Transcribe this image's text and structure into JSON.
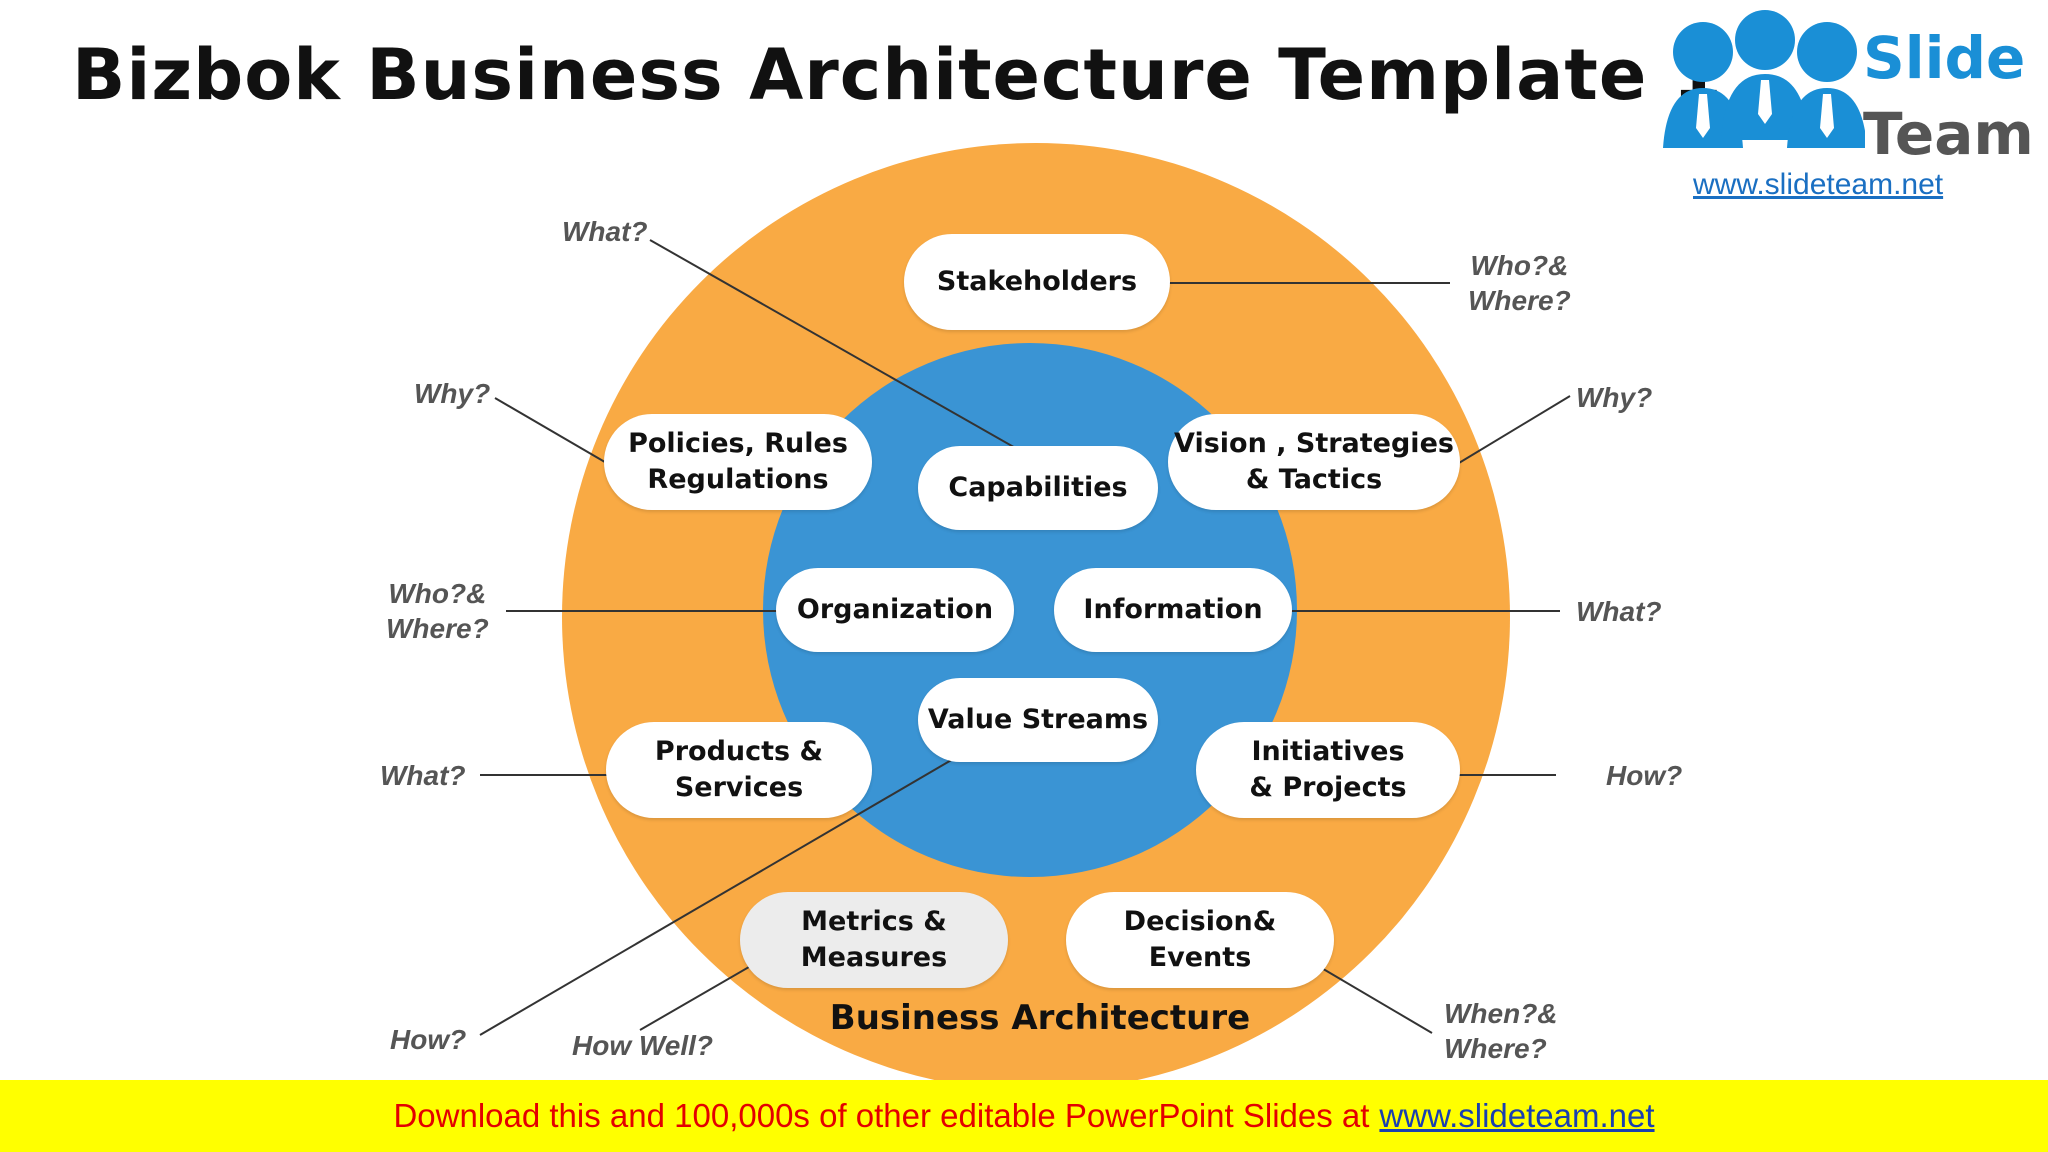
{
  "title": "Bizbok Business Architecture Template 1",
  "logo": {
    "line1": "Slide",
    "line2": "Team",
    "url": "www.slideteam.net"
  },
  "colors": {
    "outer_ring": "#f9aa44",
    "inner_circle": "#3a94d4",
    "footer_bg": "#ffff00",
    "footer_text": "#e30000"
  },
  "diagram": {
    "ring_label": "Business Architecture",
    "boxes": {
      "stakeholders": "Stakeholders",
      "policies": "Policies, Rules\nRegulations",
      "capabilities": "Capabilities",
      "vision": "Vision , Strategies\n& Tactics",
      "organization": "Organization",
      "information": "Information",
      "value_streams": "Value Streams",
      "products": "Products &\nServices",
      "initiatives": "Initiatives\n& Projects",
      "metrics": "Metrics &\nMeasures",
      "decision": "Decision&\nEvents"
    },
    "questions": {
      "what_top": "What?",
      "who_top": "Who?&\nWhere?",
      "why_left": "Why?",
      "why_right": "Why?",
      "who_left": "Who?&\nWhere?",
      "what_right": "What?",
      "what_left": "What?",
      "how_right": "How?",
      "how_bottom": "How?",
      "how_well": "How Well?",
      "when": "When?&\nWhere?"
    }
  },
  "footer": {
    "text": "Download this and 100,000s of other editable PowerPoint Slides at",
    "link": "www.slideteam.net"
  }
}
